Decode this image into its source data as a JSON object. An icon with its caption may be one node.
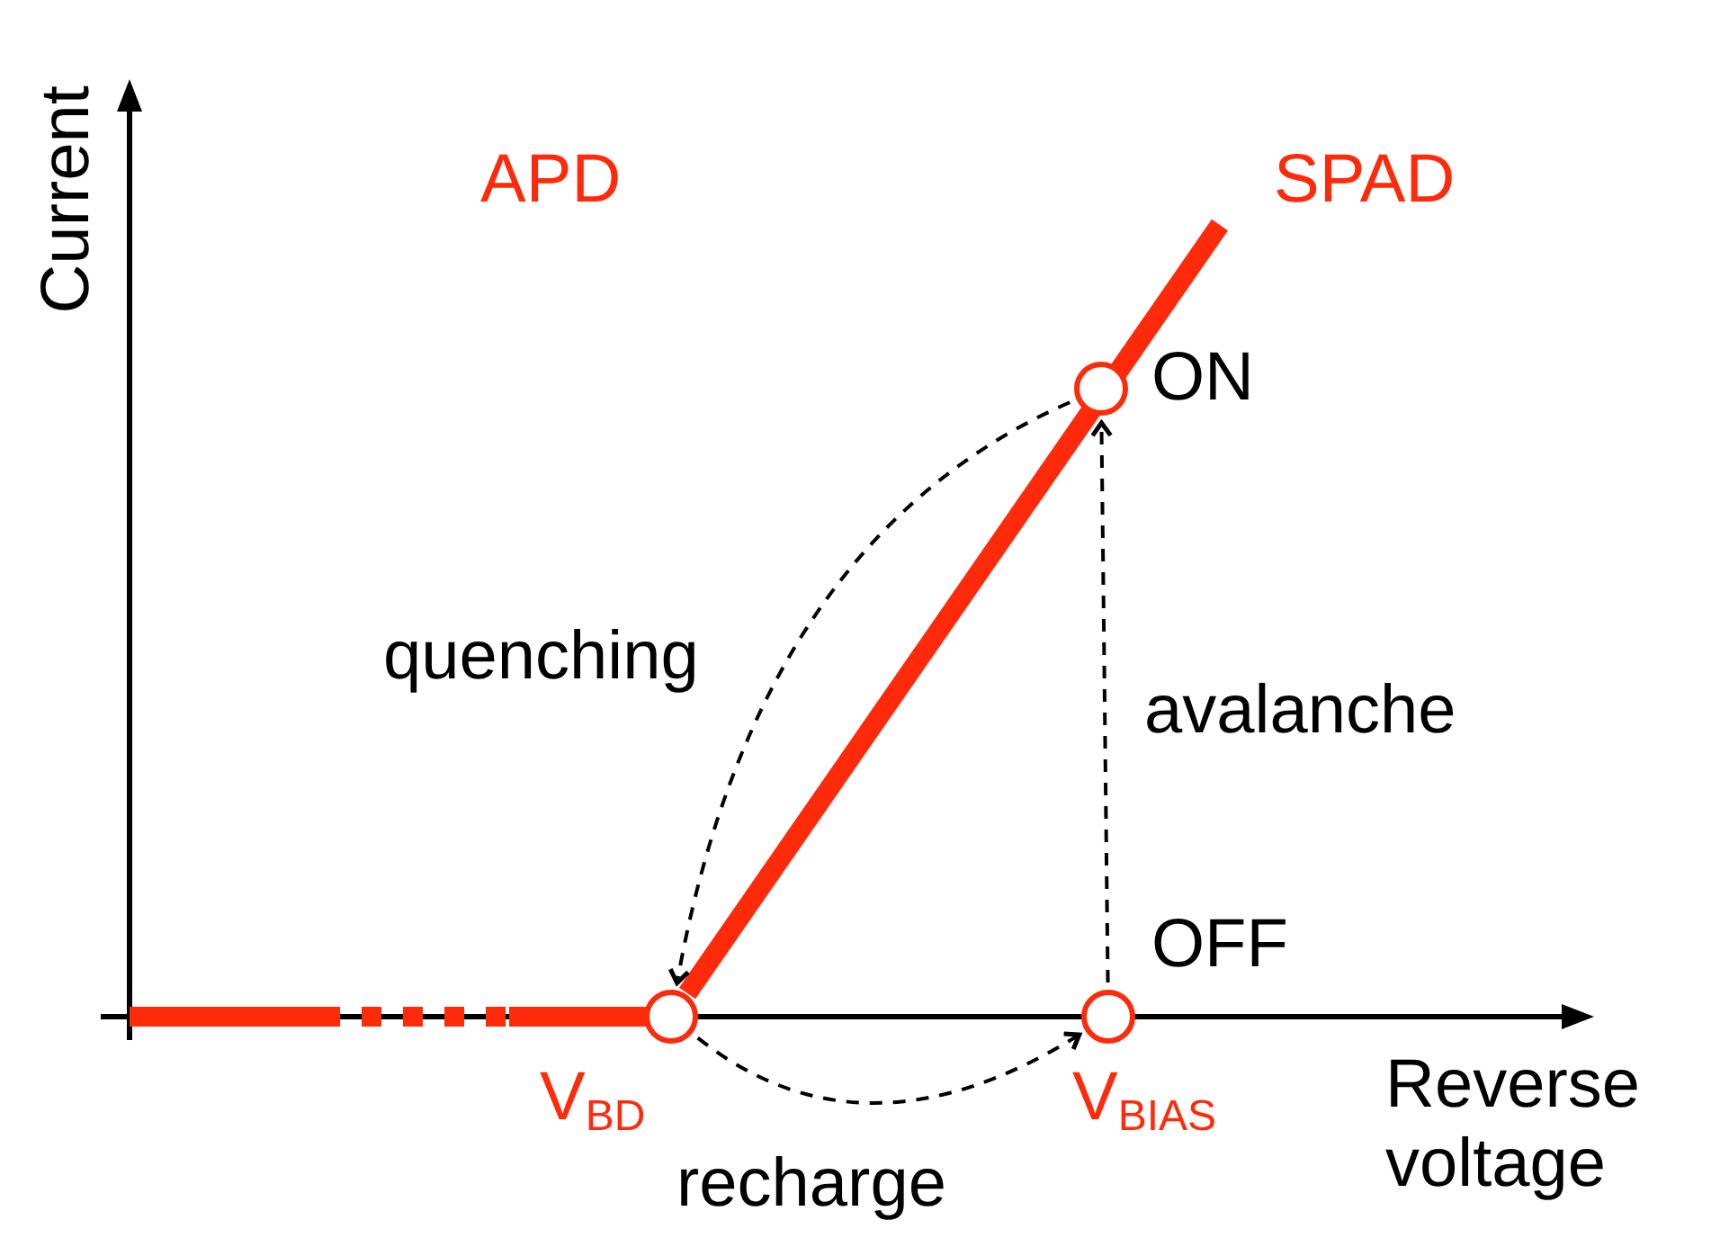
{
  "diagram": {
    "nodes": [
      {
        "text": [],
        "shape": "circle",
        "beside": [
          "ON"
        ]
      },
      {
        "text": [],
        "shape": "circle",
        "beside": [
          "V$_{BD}$"
        ]
      },
      {
        "text": [],
        "shape": "circle",
        "beside": [
          "OFF",
          "V$_{BIAS}$"
        ]
      }
    ],
    "edges": [
      {
        "from": 0,
        "to": 1,
        "arrow": "to",
        "label": "quenching",
        "style": "dashed"
      },
      {
        "from": 1,
        "to": 2,
        "arrow": "to",
        "label": "recharge",
        "style": "dashed"
      },
      {
        "from": 2,
        "to": 0,
        "arrow": "to",
        "label": "avalanche",
        "style": "dashed"
      }
    ],
    "labels": [
      "Current",
      "APD",
      "SPAD",
      "Reverse voltage"
    ]
  }
}
